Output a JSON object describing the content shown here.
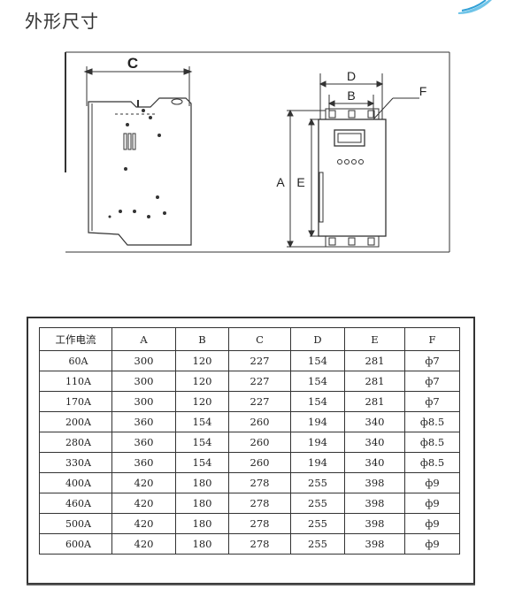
{
  "title": "外形尺寸",
  "diagram": {
    "side_label": "C",
    "front_labels": {
      "D": "D",
      "B": "B",
      "F": "F",
      "A": "A",
      "E": "E"
    }
  },
  "table": {
    "headers": [
      "工作电流",
      "A",
      "B",
      "C",
      "D",
      "E",
      "F"
    ],
    "rows": [
      [
        "60A",
        "300",
        "120",
        "227",
        "154",
        "281",
        "ф7"
      ],
      [
        "110A",
        "300",
        "120",
        "227",
        "154",
        "281",
        "ф7"
      ],
      [
        "170A",
        "300",
        "120",
        "227",
        "154",
        "281",
        "ф7"
      ],
      [
        "200A",
        "360",
        "154",
        "260",
        "194",
        "340",
        "ф8.5"
      ],
      [
        "280A",
        "360",
        "154",
        "260",
        "194",
        "340",
        "ф8.5"
      ],
      [
        "330A",
        "360",
        "154",
        "260",
        "194",
        "340",
        "ф8.5"
      ],
      [
        "400A",
        "420",
        "180",
        "278",
        "255",
        "398",
        "ф9"
      ],
      [
        "460A",
        "420",
        "180",
        "278",
        "255",
        "398",
        "ф9"
      ],
      [
        "500A",
        "420",
        "180",
        "278",
        "255",
        "398",
        "ф9"
      ],
      [
        "600A",
        "420",
        "180",
        "278",
        "255",
        "398",
        "ф9"
      ]
    ]
  }
}
